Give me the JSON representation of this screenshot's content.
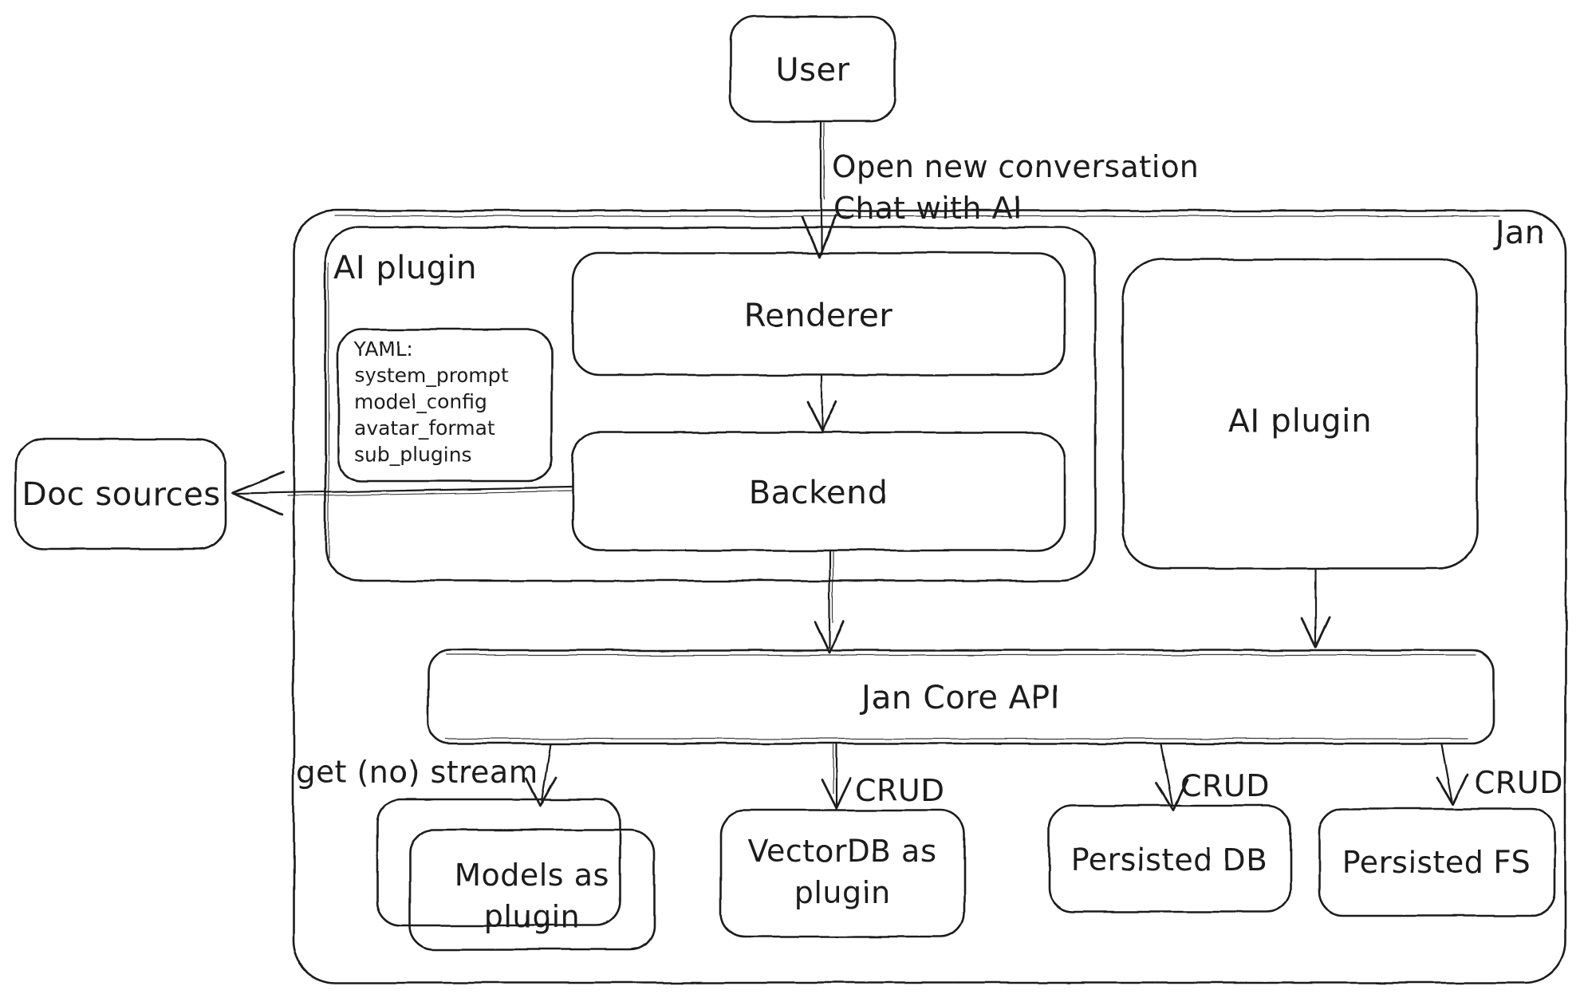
{
  "diagram": {
    "kind": "hand-drawn architecture diagram",
    "colors": {
      "stroke": "#1b1b1b",
      "background": "#ffffff"
    },
    "nodes": {
      "user": {
        "label": "User"
      },
      "jan_container": {
        "label": "Jan"
      },
      "ai_plugin_container": {
        "label": "AI plugin"
      },
      "renderer": {
        "label": "Renderer"
      },
      "backend": {
        "label": "Backend"
      },
      "ai_plugin_right": {
        "label": "AI plugin"
      },
      "doc_sources": {
        "label": "Doc sources"
      },
      "jan_core_api": {
        "label": "Jan Core API"
      },
      "models_as_plugin": {
        "label_line1": "Models as",
        "label_line2": "plugin"
      },
      "vectordb_as_plugin": {
        "label_line1": "VectorDB as",
        "label_line2": "plugin"
      },
      "persisted_db": {
        "label": "Persisted DB"
      },
      "persisted_fs": {
        "label": "Persisted FS"
      }
    },
    "note_yaml": {
      "lines": [
        "YAML:",
        "system_prompt",
        "model_config",
        "avatar_format",
        "sub_plugins"
      ]
    },
    "edges": {
      "user_to_renderer": {
        "label_line1": "Open new conversation",
        "label_line2": "Chat with AI"
      },
      "jan_core_to_models": {
        "label": "get (no) stream"
      },
      "jan_core_to_vectordb": {
        "label": "CRUD"
      },
      "jan_core_to_persisted_db": {
        "label": "CRUD"
      },
      "jan_core_to_persisted_fs": {
        "label": "CRUD"
      }
    }
  }
}
